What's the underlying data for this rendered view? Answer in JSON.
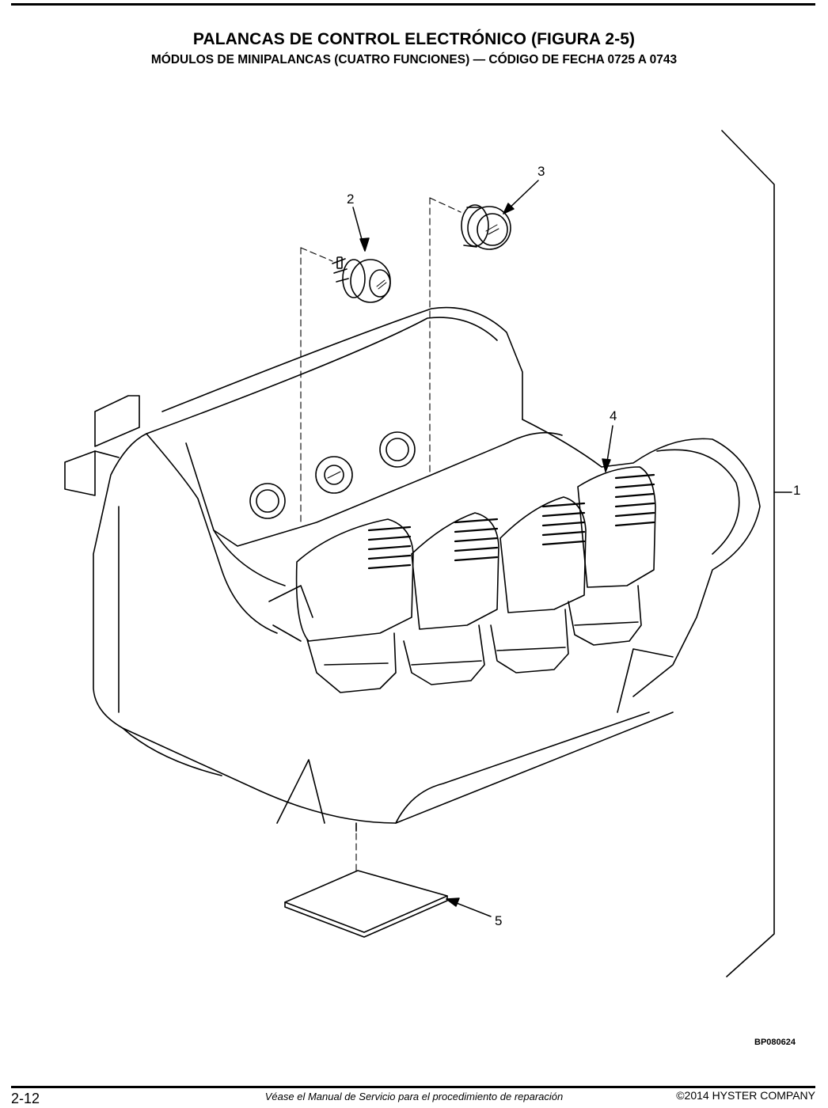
{
  "header": {
    "title": "PALANCAS DE CONTROL ELECTRÓNICO (FIGURA 2-5)",
    "subtitle": "MÓDULOS DE MINIPALANCAS (CUATRO FUNCIONES) — CÓDIGO DE FECHA 0725 A 0743"
  },
  "figure": {
    "callouts": [
      "1",
      "2",
      "3",
      "4",
      "5"
    ],
    "figure_code": "BP080624"
  },
  "footer": {
    "page_number": "2-12",
    "note": "Véase el Manual de Servicio para el procedimiento de reparación",
    "copyright": "©2014 HYSTER COMPANY"
  }
}
